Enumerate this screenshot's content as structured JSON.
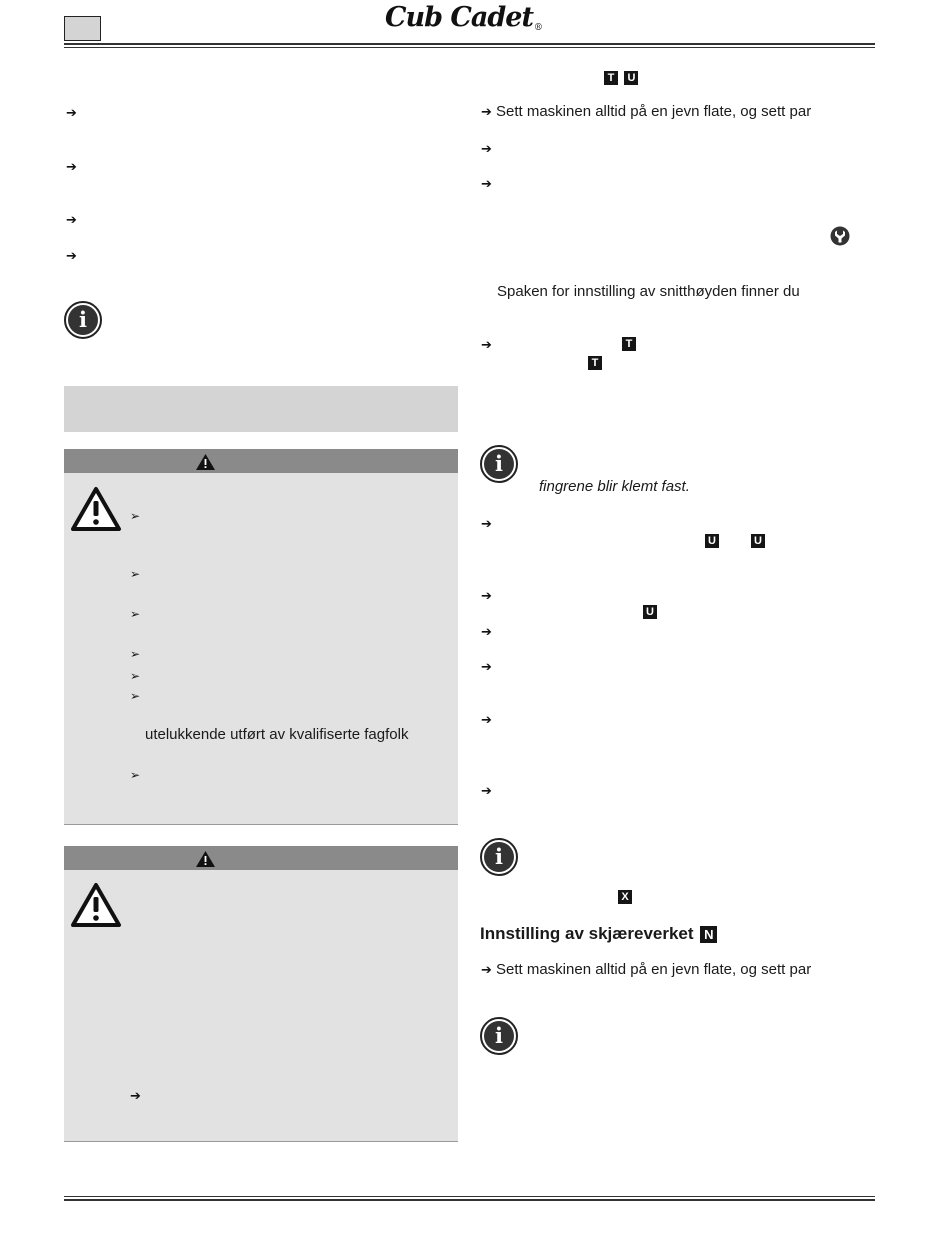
{
  "header": {
    "logo_text": "Cub Cadet",
    "logo_mark": "®",
    "page_box": ""
  },
  "keys": {
    "T": "T",
    "U": "U",
    "X": "X",
    "N": "N"
  },
  "right": {
    "p1": "Sett maskinen alltid på en jevn flate, og sett par",
    "p2": "Spaken for innstilling av snitthøyden finner du",
    "p3": "fingrene blir klemt fast.",
    "heading": "Innstilling av skjæreverket",
    "p4": "Sett maskinen alltid på en jevn flate, og sett par"
  },
  "left": {
    "warning1_text": "utelukkende utført av kvalifiserte fagfolk"
  },
  "icons": {
    "arrow": "➔",
    "tri": "➢",
    "info": "i",
    "warning": "warning-triangle-icon",
    "wrench": "wrench-icon"
  }
}
